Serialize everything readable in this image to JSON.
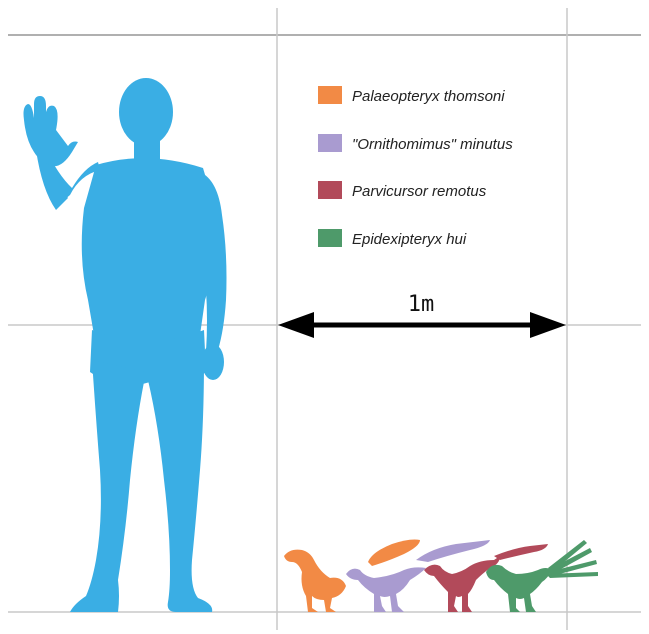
{
  "legend": [
    {
      "label": "Palaeopteryx thomsoni",
      "color": "#f28a45"
    },
    {
      "label": "\"Ornithomimus\" minutus",
      "color": "#a99bd0"
    },
    {
      "label": "Parvicursor remotus",
      "color": "#b24a5a"
    },
    {
      "label": "Epidexipteryx hui",
      "color": "#4e9a6a"
    }
  ],
  "scale": {
    "label": "1m",
    "length_m": 1
  },
  "colors": {
    "human": "#3aaee4",
    "grid": "#c8c8c8",
    "grid_strong": "#a8a8a8",
    "arrow": "#000000",
    "background": "#ffffff"
  },
  "silhouettes": [
    {
      "name": "human-silhouette",
      "subject": "human"
    },
    {
      "name": "palaeopteryx-silhouette",
      "subject": "Palaeopteryx thomsoni"
    },
    {
      "name": "ornithomimus-silhouette",
      "subject": "\"Ornithomimus\" minutus"
    },
    {
      "name": "parvicursor-silhouette",
      "subject": "Parvicursor remotus"
    },
    {
      "name": "epidexipteryx-silhouette",
      "subject": "Epidexipteryx hui"
    }
  ]
}
